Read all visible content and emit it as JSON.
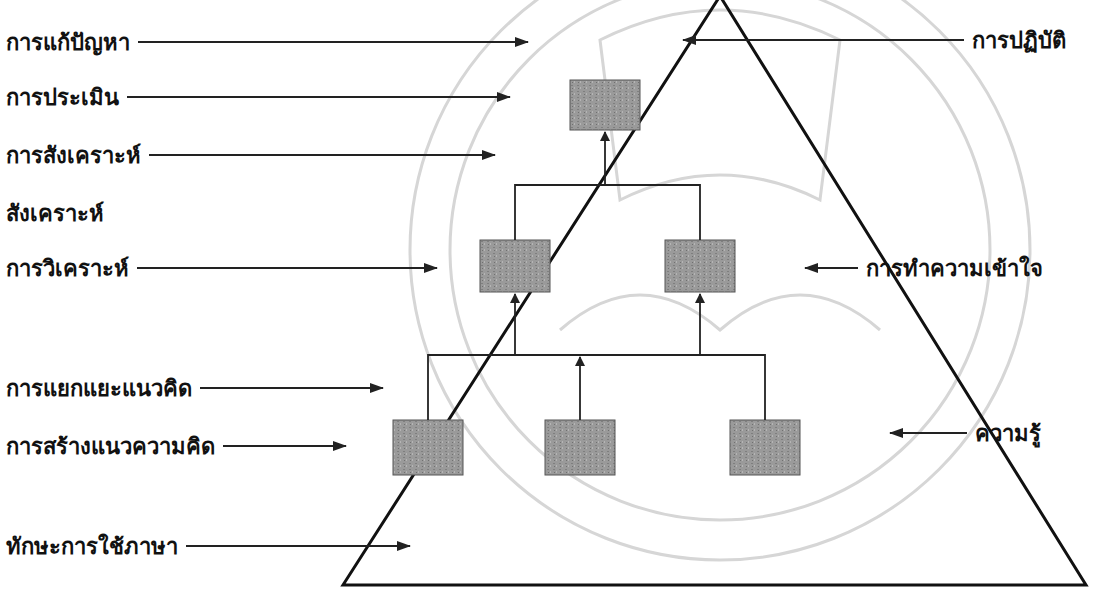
{
  "diagram": {
    "labels": [
      "การแก้ปัญหา",
      "การปฏิบัติ",
      "การประเมิน",
      "การสังเคราะห์",
      "สังเคราะห์",
      "การวิเคราะห์",
      "การทำความเข้าใจ",
      "การแยกแยะแนวคิด",
      "การสร้างแนวความคิด",
      "ความรู้",
      "ทักษะการใช้ภาษา"
    ]
  }
}
